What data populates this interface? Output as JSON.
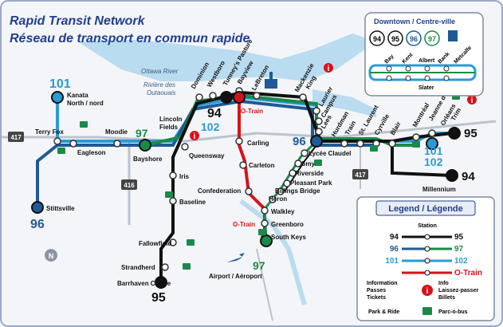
{
  "titles": {
    "en": "Rapid Transit Network",
    "fr": "Réseau de transport en commun rapide"
  },
  "river": {
    "name_en": "Ottawa River",
    "name_fr": "Rivière des Outaouais"
  },
  "downtown_inset": {
    "title": "Downtown / Centre-ville",
    "routes": [
      "94",
      "95",
      "96",
      "97"
    ],
    "streets": [
      "Bay",
      "Kent",
      "Albert",
      "Bank",
      "Metcalfe",
      "Slater"
    ]
  },
  "stations": {
    "terry_fox": "Terry Fox",
    "eagleson": "Eagleson",
    "moodie": "Moodie",
    "bayshore": "Bayshore",
    "lincoln_fields": "Lincoln\nFields",
    "queensway": "Queensway",
    "iris": "Iris",
    "baseline": "Baseline",
    "fallowfield": "Fallowfield",
    "strandherd": "Strandherd",
    "barrhaven": "Barrhaven Centre",
    "kanata": "Kanata\nNorth / nord",
    "stittsville": "Stittsville",
    "dominion": "Dominion",
    "westboro": "Westboro",
    "tunneys": "Tunney's Pasture",
    "bayview": "Bayview",
    "lebreton": "LeBreton",
    "pimisi": "O-Train",
    "mackenzie_king": "Mackenzie\nKing",
    "laurier": "Laurier",
    "campus": "Campus",
    "lees": "Lees",
    "hurdman": "Hurdman",
    "train": "Train",
    "st_laurent": "St. Laurent",
    "cyrville": "Cyrville",
    "blair": "Blair",
    "montreal": "Montréal",
    "jeanne_darc": "Jeanne d'Arc",
    "orleans": "Orléans",
    "trim": "Trim",
    "millennium": "Millennium",
    "carling": "Carling",
    "carleton": "Carleton",
    "confederation": "Confederation",
    "heron": "Heron",
    "walkley": "Walkley",
    "greenboro": "Greenboro",
    "south_keys": "South Keys",
    "airport": "Airport / Aéroport",
    "lycee": "Lycée Claudel",
    "smyth": "Smyth",
    "riverside": "Riverside",
    "pleasant_park": "Pleasant Park",
    "billings_bridge": "Billings Bridge",
    "otrain_south": "O-Train"
  },
  "route_labels": {
    "r101_top": "101",
    "r96_bottom": "96",
    "r97_bayshore": "97",
    "r94_centre": "94",
    "r102_centre": "102",
    "r96_mid": "96",
    "r95_east": "95",
    "r101_east": "101",
    "r102_east": "102",
    "r94_east": "94",
    "r97_south": "97",
    "r95_south": "95"
  },
  "highway_shields": [
    "417",
    "416",
    "417"
  ],
  "legend": {
    "title": "Legend / Légende",
    "station": "Station",
    "rows": [
      {
        "left": "94",
        "right": "95",
        "color": "#111111"
      },
      {
        "left": "96",
        "right": "97",
        "color": "#1e5a96",
        "right_color": "#1a8a4a"
      },
      {
        "left": "101",
        "right": "102",
        "color": "#2a9bd6"
      },
      {
        "left": "",
        "right": "O-Train",
        "color": "#d8121b"
      }
    ],
    "info_en": "Information\nPasses\nTickets",
    "info_fr": "Info\nLaissez-passer\nBillets",
    "park_en": "Park & Ride",
    "park_fr": "Parc-o-bus"
  },
  "colors": {
    "black_line": "#111111",
    "blue_line": "#1e5a96",
    "green_line": "#1a8a4a",
    "light_blue": "#2a9bd6",
    "otrain": "#d8121b",
    "water": "#b9dcf0"
  }
}
